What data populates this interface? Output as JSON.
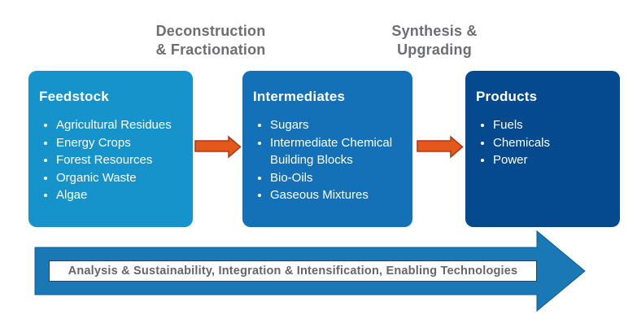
{
  "diagram": {
    "background": "#ffffff",
    "stage_labels": [
      {
        "line1": "Deconstruction",
        "line2": "& Fractionation"
      },
      {
        "line1": "Synthesis &",
        "line2": "Upgrading"
      }
    ],
    "boxes": [
      {
        "title": "Feedstock",
        "color": "#1793CC",
        "items": [
          "Agricultural Residues",
          "Energy Crops",
          "Forest Resources",
          "Organic Waste",
          "Algae"
        ]
      },
      {
        "title": "Intermediates",
        "color": "#1470B7",
        "items": [
          "Sugars",
          "Intermediate Chemical Building Blocks",
          "Bio-Oils",
          "Gaseous Mixtures"
        ]
      },
      {
        "title": "Products",
        "color": "#05498F",
        "items": [
          "Fuels",
          "Chemicals",
          "Power"
        ]
      }
    ],
    "bottom_arrow": {
      "label": "Analysis & Sustainability, Integration & Intensification, Enabling Technologies",
      "fill": "#1A78B4",
      "stroke": "#0E5E93",
      "band_border": "#1C4870",
      "band_text_color": "#65666A"
    },
    "flow_arrows": {
      "fill": "#E4581C",
      "stroke": "#A83914"
    },
    "stage_label_color": "#6D6E71"
  }
}
